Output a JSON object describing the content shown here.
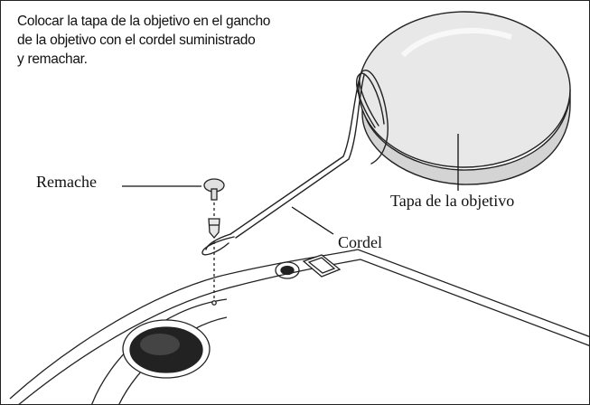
{
  "instruction": {
    "line1": "Colocar la tapa de la objetivo en el gancho",
    "line2": "de la objetivo con el cordel suministrado",
    "line3": "y remachar."
  },
  "labels": {
    "remache": "Remache",
    "tapa": "Tapa de la objetivo",
    "cordel": "Cordel"
  },
  "colors": {
    "ink": "#222222",
    "cap_fill": "#e6e6e6",
    "cap_side": "#d4d4d4",
    "cap_light": "#efefef",
    "border": "#222222"
  },
  "icons": [
    "lens-cap",
    "rivet",
    "rivet-sleeve",
    "cord",
    "projector-body",
    "lens-hook"
  ]
}
